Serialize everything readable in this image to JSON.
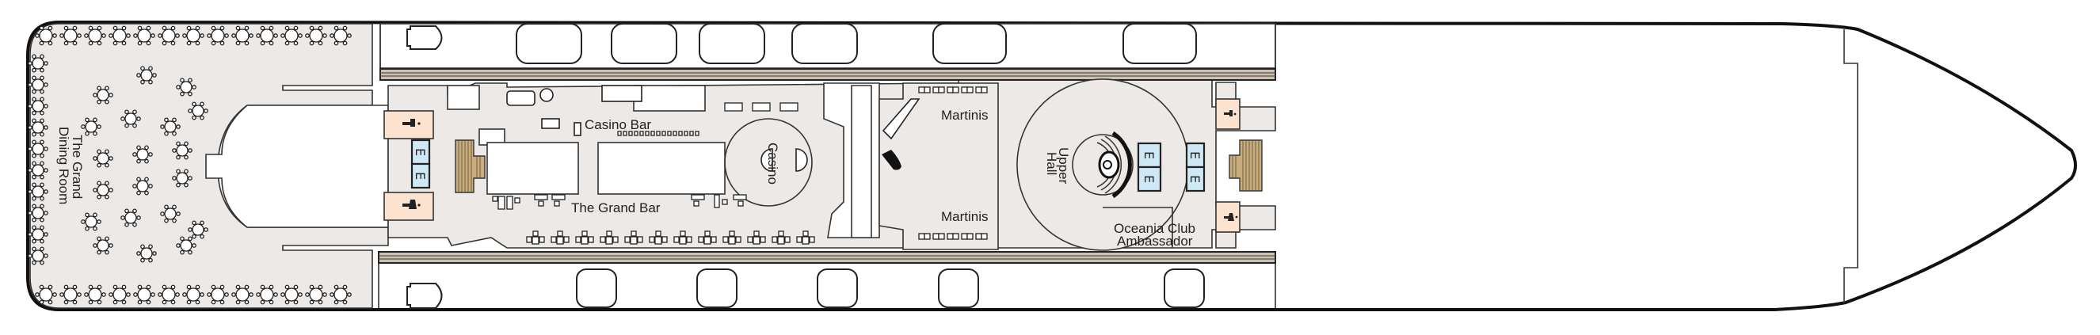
{
  "map": {
    "title": "Deck Plan",
    "venues": [
      {
        "id": "grand-dining-room",
        "label_line1": "The Grand",
        "label_line2": "Dining Room"
      },
      {
        "id": "casino-bar",
        "label": "Casino Bar"
      },
      {
        "id": "grand-bar",
        "label": "The Grand Bar"
      },
      {
        "id": "casino",
        "label": "Casino"
      },
      {
        "id": "martinis-top",
        "label": "Martinis"
      },
      {
        "id": "martinis-bottom",
        "label": "Martinis"
      },
      {
        "id": "upper-hall",
        "label_line1": "Upper",
        "label_line2": "Hall"
      },
      {
        "id": "oceania-club",
        "label_line1": "Oceania Club",
        "label_line2": "Ambassador"
      }
    ],
    "icons": {
      "elevator": "E",
      "restroom_men": "restroom-men-icon",
      "restroom_women": "restroom-women-icon",
      "stairs": "stairs-icon",
      "piano": "piano-icon",
      "lifeboat": "lifeboat-icon"
    },
    "colors": {
      "floor": "#ece9e6",
      "restroom": "#fbe3cf",
      "elevator": "#cfe8f6",
      "stairs": "#c9ad7e",
      "railing": "#cbc2b3",
      "outline": "#111111"
    }
  }
}
